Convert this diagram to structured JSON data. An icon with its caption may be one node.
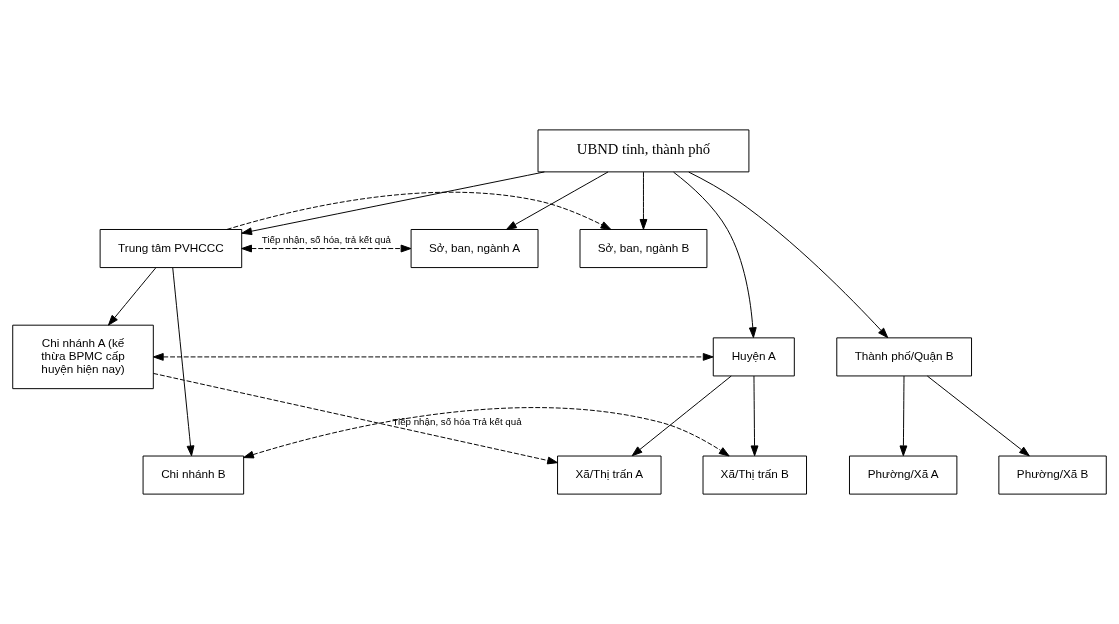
{
  "diagram": {
    "nodes": [
      {
        "text": [
          "UBND tỉnh, thành phố"
        ]
      },
      {
        "text": [
          "Trung tâm PVHCCC"
        ]
      },
      {
        "text": [
          "Sở, ban, ngành A"
        ]
      },
      {
        "text": [
          "Sở, ban, ngành B"
        ]
      },
      {
        "text": [
          "Chi nhánh A (kế thừa BPMC cấp huyện hiện nay)"
        ]
      },
      {
        "text": [
          "Huyện A"
        ]
      },
      {
        "text": [
          "Thành phố/Quận B"
        ]
      },
      {
        "text": [
          "Xã/Thị trấn A"
        ]
      },
      {
        "text": [
          "Xã/Thị trấn B"
        ]
      },
      {
        "text": [
          "Phường/Xã A"
        ]
      },
      {
        "text": [
          "Phường/Xã B"
        ]
      },
      {
        "text": [
          "Chi nhánh B"
        ]
      }
    ],
    "edges": [
      {
        "from": 0,
        "to": 1,
        "arrow": "to"
      },
      {
        "from": 0,
        "to": 2,
        "arrow": "to"
      },
      {
        "from": 0,
        "to": 3,
        "arrow": "to"
      },
      {
        "from": 0,
        "to": 5,
        "arrow": "to"
      },
      {
        "from": 0,
        "to": 6,
        "arrow": "to"
      },
      {
        "from": 1,
        "to": 4,
        "arrow": "to"
      },
      {
        "from": 1,
        "to": 11,
        "arrow": "to"
      },
      {
        "from": 5,
        "to": 7,
        "arrow": "to"
      },
      {
        "from": 5,
        "to": 8,
        "arrow": "to"
      },
      {
        "from": 6,
        "to": 9,
        "arrow": "to"
      },
      {
        "from": 6,
        "to": 10,
        "arrow": "to"
      },
      {
        "from": 1,
        "to": 2,
        "arrow": "both",
        "style": "dashed",
        "label": "Tiếp nhận, số hóa, trả kết quả"
      },
      {
        "from": 1,
        "to": 3,
        "arrow": "to",
        "style": "dashed"
      },
      {
        "from": 4,
        "to": 5,
        "arrow": "both",
        "style": "dashed"
      },
      {
        "from": 4,
        "to": 7,
        "arrow": "to",
        "style": "dashed",
        "label": "Tiếp nhận, số hóa Trả kết quả"
      },
      {
        "from": 11,
        "to": 8,
        "arrow": "both",
        "style": "dashed"
      }
    ]
  }
}
